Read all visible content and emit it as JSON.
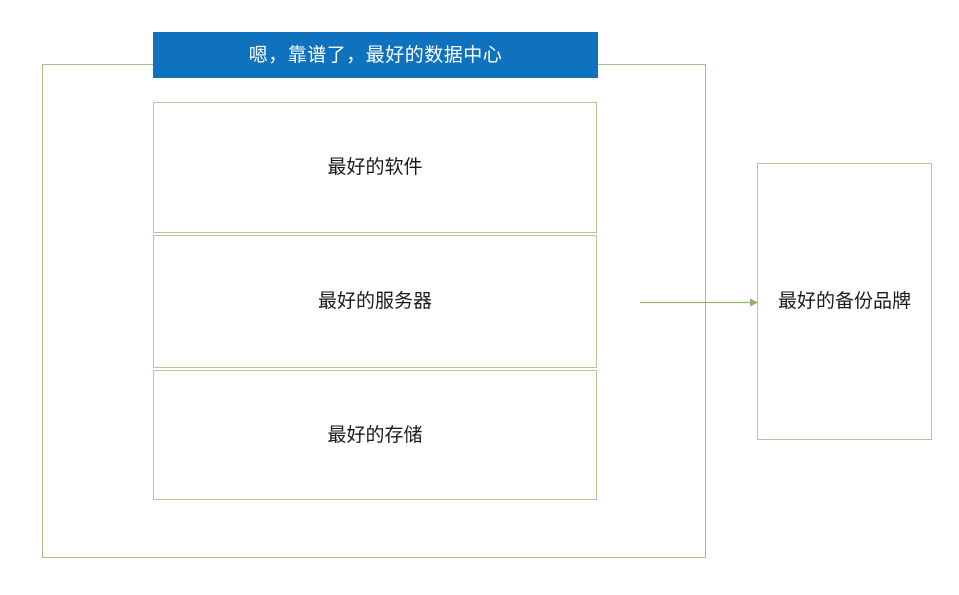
{
  "diagram": {
    "background_color": "#ffffff",
    "title_banner": {
      "label": "嗯，靠谱了，最好的数据中心",
      "fill_color": "#0f72be",
      "text_color": "#ffffff"
    },
    "outer_frame": {
      "border_color": "#a9bf8a",
      "label": ""
    },
    "stack_cells": [
      {
        "label": "最好的软件",
        "border_color": "#b4c796",
        "text_color": "#1b1b1b"
      },
      {
        "label": "最好的服务器",
        "border_color": "#b4c796",
        "text_color": "#1b1b1b"
      },
      {
        "label": "最好的存储",
        "border_color": "#b4c796",
        "text_color": "#1b1b1b"
      }
    ],
    "target_box": {
      "label": "最好的备份品牌",
      "border_color": "#b4c796",
      "text_color": "#1b1b1b"
    },
    "connector": {
      "kind": "arrow-right",
      "color": "#8fb56a",
      "label": ""
    }
  }
}
